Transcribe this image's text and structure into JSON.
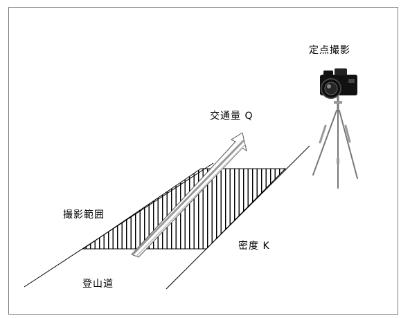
{
  "labels": {
    "fixed_point_photo": "定点撮影",
    "traffic_volume": "交通量 Q",
    "shooting_range": "撮影範囲",
    "density": "密度 K",
    "mountain_trail": "登山道"
  },
  "colors": {
    "line": "#000000",
    "hatch": "#000000",
    "arrow_fill": "#ffffff",
    "arrow_stripe": "#a0a0a0",
    "frame": "#777777"
  },
  "icons": [
    "camera-icon",
    "tripod-icon"
  ]
}
